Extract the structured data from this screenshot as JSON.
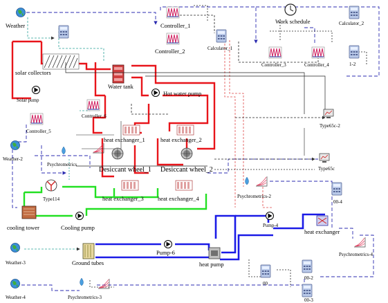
{
  "components": {
    "weather_top": "Weather",
    "weather_2": "Weather-2",
    "weather_3": "Weather-3",
    "weather_4": "Weather-4",
    "controller_1": "Controller_1",
    "controller_2": "Controller_2",
    "controller_3": "Controller_3",
    "controller_4": "Controller_4",
    "controller_5": "Controller_5",
    "controller_6": "Controller_6",
    "calculator_1": "Calculator_1",
    "calculator_2": "Calculator_2",
    "work_schedule": "Work schedule",
    "eq_12": "1-2",
    "solar_collectors": "solar collectors",
    "solar_pump": "Solar pump",
    "water_tank": "Water tank",
    "hot_water_pump": "Hot water pump",
    "type65c_2": "Type65c-2",
    "type65c": "Type65c",
    "heat_exchanger_1": "heat exchanger_1",
    "heat_exchanger_2": "heat exchanger_2",
    "heat_exchanger_3": "heat exchanger_3",
    "heat_exchanger_4": "heat exchanger_4",
    "desiccant_wheel_1": "Desiccant wheel_1",
    "desiccant_wheel_2": "Desiccant wheel_2",
    "psychrometrics": "Psychrometrics",
    "psychrometrics_2": "Psychrometrics-2",
    "psychrometrics_3": "Psychrometrics-3",
    "psychrometrics_4": "Psychrometrics-4",
    "type114": "Type114",
    "cooling_tower": "cooling tower",
    "cooling_pump": "Cooling pump",
    "pump_4": "Pump-4",
    "pump_6": "Pump-6",
    "heat_exchanger": "heat exchanger",
    "ground_tubes": "Ground tubes",
    "heat_pump": "heat pump",
    "eq_004": "00-4",
    "eq_00": "00",
    "eq_002": "00-2",
    "eq_003": "00-3"
  },
  "colors": {
    "hot_loop": "#e8141a",
    "cold_loop": "#1a1ae6",
    "cooling_loop": "#22e022",
    "air_loop": "#2b2bb0",
    "signal_blue": "#5a5ad0",
    "signal_teal": "#2aa198",
    "signal_red": "#e04848",
    "signal_black": "#222222"
  }
}
